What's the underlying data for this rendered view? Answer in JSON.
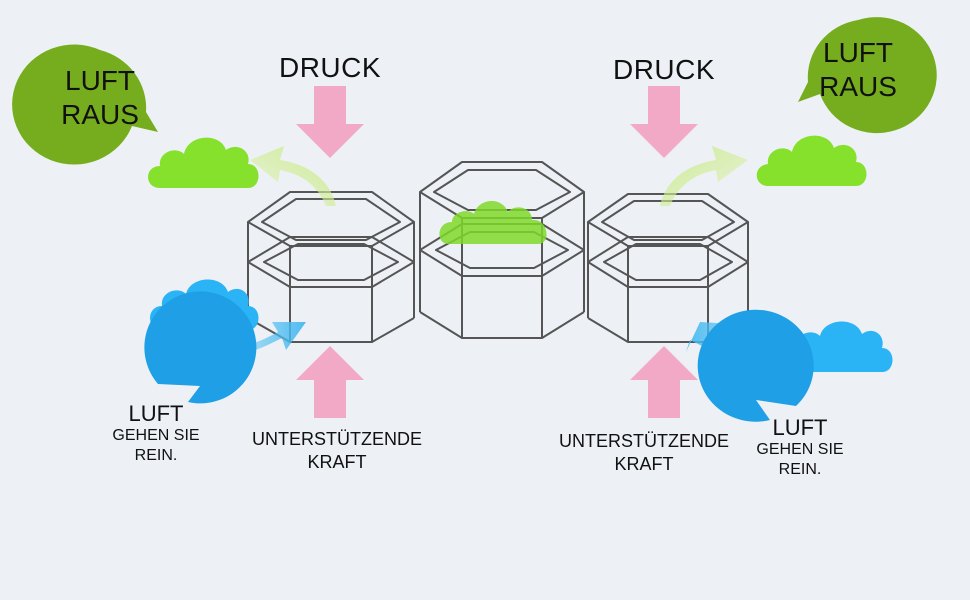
{
  "labels": {
    "druck_left": "DRUCK",
    "druck_right": "DRUCK",
    "support_left_line1": "UNTERSTÜTZENDE",
    "support_left_line2": "KRAFT",
    "support_right_line1": "UNTERSTÜTZENDE",
    "support_right_line2": "KRAFT"
  },
  "bubbles": {
    "out_left": {
      "line1": "LUFT",
      "line2": "RAUS"
    },
    "out_right": {
      "line1": "LUFT",
      "line2": "RAUS"
    },
    "in_left": {
      "line1": "LUFT",
      "line2": "GEHEN SIE",
      "line3": "REIN."
    },
    "in_right": {
      "line1": "LUFT",
      "line2": "GEHEN SIE",
      "line3": "REIN."
    }
  },
  "colors": {
    "background": "#edf1f5",
    "bubble_green": "#76ad1e",
    "cloud_green": "#86e12c",
    "bubble_blue": "#1f9fe6",
    "cloud_blue": "#2ab4f5",
    "arrow_pink": "#f2a9c6",
    "prism_stroke": "#555555"
  }
}
